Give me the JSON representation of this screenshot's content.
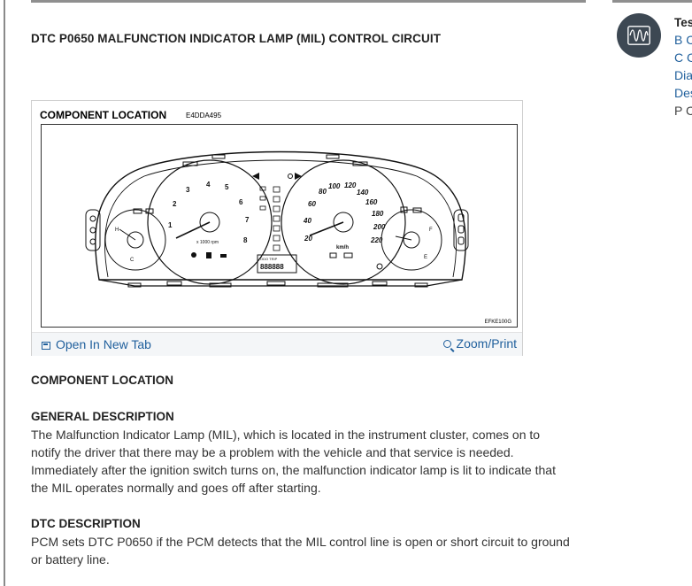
{
  "document": {
    "title": "DTC P0650 MALFUNCTION INDICATOR LAMP (MIL) CONTROL CIRCUIT"
  },
  "figure": {
    "header": "COMPONENT LOCATION",
    "code": "E4DDA495",
    "ref_code": "EFKE100G",
    "open_tab_label": "Open In New Tab",
    "zoom_print_label": "Zoom/Print",
    "tach_label": "x 1000 rpm",
    "speed_unit": "km/h",
    "odo_label": "ODO TRIP",
    "odo_digits": "888888",
    "tach_ticks": [
      "1",
      "2",
      "3",
      "4",
      "5",
      "6",
      "7",
      "8"
    ],
    "speed_ticks_left": [
      "20",
      "40",
      "60",
      "80"
    ],
    "speed_ticks_top": [
      "100",
      "120"
    ],
    "speed_ticks_right": [
      "140",
      "160",
      "180",
      "200",
      "220"
    ]
  },
  "sections": {
    "component_location_heading": "COMPONENT LOCATION",
    "general_description_heading": "GENERAL DESCRIPTION",
    "general_description_lines": [
      "The Malfunction Indicator Lamp (MIL), which is located in the instrument cluster, comes on to",
      "notify the driver that there may be a problem with the vehicle and that service is needed.",
      "Immediately after the ignition switch turns on, the malfunction indicator lamp is lit to indicate that",
      "the MIL operates normally and goes off after starting."
    ],
    "dtc_description_heading": "DTC DESCRIPTION",
    "dtc_description_lines": [
      "PCM sets DTC P0650 if the PCM detects that the MIL control line is open or short circuit to ground",
      "or battery line."
    ]
  },
  "sidebar": {
    "heading": "Tes",
    "links": [
      "B C",
      "C C",
      "Dia",
      "Des"
    ],
    "plain": "P C"
  }
}
